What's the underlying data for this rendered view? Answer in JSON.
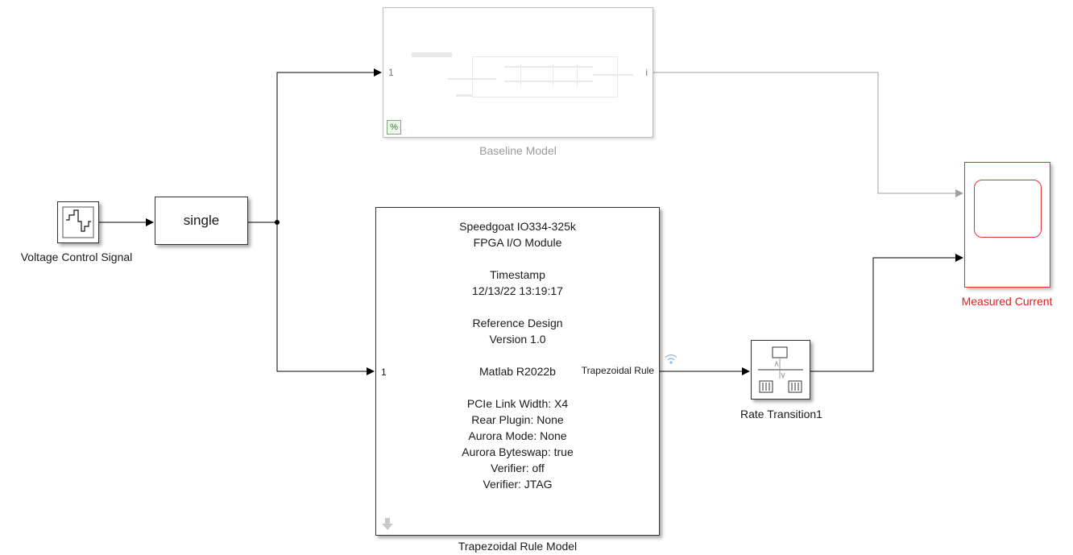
{
  "blocks": {
    "baseline": {
      "caption": "Baseline Model",
      "in_port": "1",
      "out_port": "i",
      "badge": "%"
    },
    "source": {
      "caption": "Voltage Control Signal"
    },
    "convert": {
      "label": "single"
    },
    "trapezoidal": {
      "caption": "Trapezoidal Rule Model",
      "in_port": "1",
      "out_port": "Trapezoidal Rule",
      "lines": [
        "Speedgoat IO334-325k",
        "FPGA I/O Module",
        "",
        "Timestamp",
        "12/13/22 13:19:17",
        "",
        "Reference Design",
        "Version 1.0",
        "",
        "Matlab R2022b",
        "",
        "PCIe Link Width: X4",
        "Rear Plugin: None",
        "Aurora Mode: None",
        "Aurora Byteswap: true",
        "Verifier: off",
        "Verifier: JTAG"
      ]
    },
    "rate_transition": {
      "caption": "Rate Transition1"
    },
    "scope": {
      "caption": "Measured Current"
    }
  },
  "colors": {
    "wire": "#000000",
    "inactive_wire": "#a0a0a0",
    "scope": "#e43232",
    "disabled_text": "#9a9a9a"
  }
}
